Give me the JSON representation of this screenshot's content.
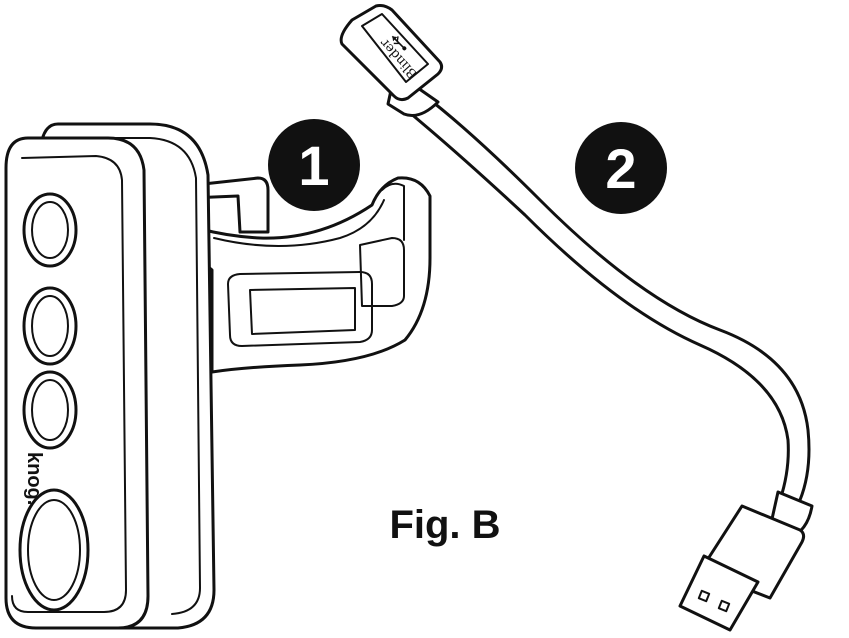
{
  "figure": {
    "caption": "Fig. B",
    "callouts": [
      {
        "number": "1"
      },
      {
        "number": "2"
      }
    ],
    "device_brand": "knog.",
    "connector_text": "Blinder"
  },
  "colors": {
    "ink": "#111111",
    "background": "#ffffff"
  }
}
